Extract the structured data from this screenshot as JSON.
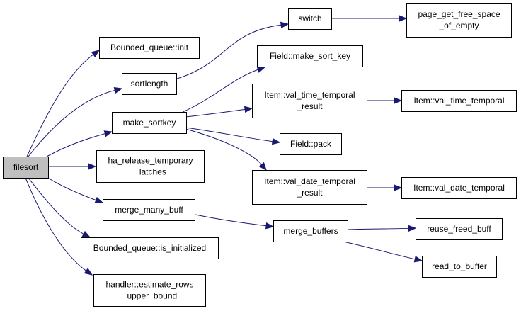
{
  "graph": {
    "edge_color": "#191970",
    "root_fill": "#bfbfbf",
    "nodes": [
      {
        "id": "filesort",
        "lines": [
          "filesort"
        ],
        "root": true
      },
      {
        "id": "bq_init",
        "lines": [
          "Bounded_queue::init"
        ]
      },
      {
        "id": "sortlength",
        "lines": [
          "sortlength"
        ]
      },
      {
        "id": "make_sortkey",
        "lines": [
          "make_sortkey"
        ]
      },
      {
        "id": "ha_release",
        "lines": [
          "ha_release_temporary",
          "_latches"
        ]
      },
      {
        "id": "merge_many_buff",
        "lines": [
          "merge_many_buff"
        ]
      },
      {
        "id": "bq_is_init",
        "lines": [
          "Bounded_queue::is_initialized"
        ]
      },
      {
        "id": "estimate_rows",
        "lines": [
          "handler::estimate_rows",
          "_upper_bound"
        ]
      },
      {
        "id": "switch",
        "lines": [
          "switch"
        ]
      },
      {
        "id": "field_make_sort_key",
        "lines": [
          "Field::make_sort_key"
        ]
      },
      {
        "id": "item_vtt_result",
        "lines": [
          "Item::val_time_temporal",
          "_result"
        ]
      },
      {
        "id": "field_pack",
        "lines": [
          "Field::pack"
        ]
      },
      {
        "id": "item_vdt_result",
        "lines": [
          "Item::val_date_temporal",
          "_result"
        ]
      },
      {
        "id": "merge_buffers",
        "lines": [
          "merge_buffers"
        ]
      },
      {
        "id": "page_get_free",
        "lines": [
          "page_get_free_space",
          "_of_empty"
        ]
      },
      {
        "id": "item_vtt",
        "lines": [
          "Item::val_time_temporal"
        ]
      },
      {
        "id": "item_vdt",
        "lines": [
          "Item::val_date_temporal"
        ]
      },
      {
        "id": "reuse_freed_buff",
        "lines": [
          "reuse_freed_buff"
        ]
      },
      {
        "id": "read_to_buffer",
        "lines": [
          "read_to_buffer"
        ]
      }
    ],
    "edges": [
      {
        "from": "filesort",
        "to": "bq_init"
      },
      {
        "from": "filesort",
        "to": "sortlength"
      },
      {
        "from": "filesort",
        "to": "make_sortkey"
      },
      {
        "from": "filesort",
        "to": "ha_release"
      },
      {
        "from": "filesort",
        "to": "merge_many_buff"
      },
      {
        "from": "filesort",
        "to": "bq_is_init"
      },
      {
        "from": "filesort",
        "to": "estimate_rows"
      },
      {
        "from": "sortlength",
        "to": "switch"
      },
      {
        "from": "make_sortkey",
        "to": "field_make_sort_key"
      },
      {
        "from": "make_sortkey",
        "to": "item_vtt_result"
      },
      {
        "from": "make_sortkey",
        "to": "field_pack"
      },
      {
        "from": "make_sortkey",
        "to": "item_vdt_result"
      },
      {
        "from": "merge_many_buff",
        "to": "merge_buffers"
      },
      {
        "from": "switch",
        "to": "page_get_free"
      },
      {
        "from": "item_vtt_result",
        "to": "item_vtt"
      },
      {
        "from": "item_vdt_result",
        "to": "item_vdt"
      },
      {
        "from": "merge_buffers",
        "to": "reuse_freed_buff"
      },
      {
        "from": "merge_buffers",
        "to": "read_to_buffer"
      }
    ]
  }
}
